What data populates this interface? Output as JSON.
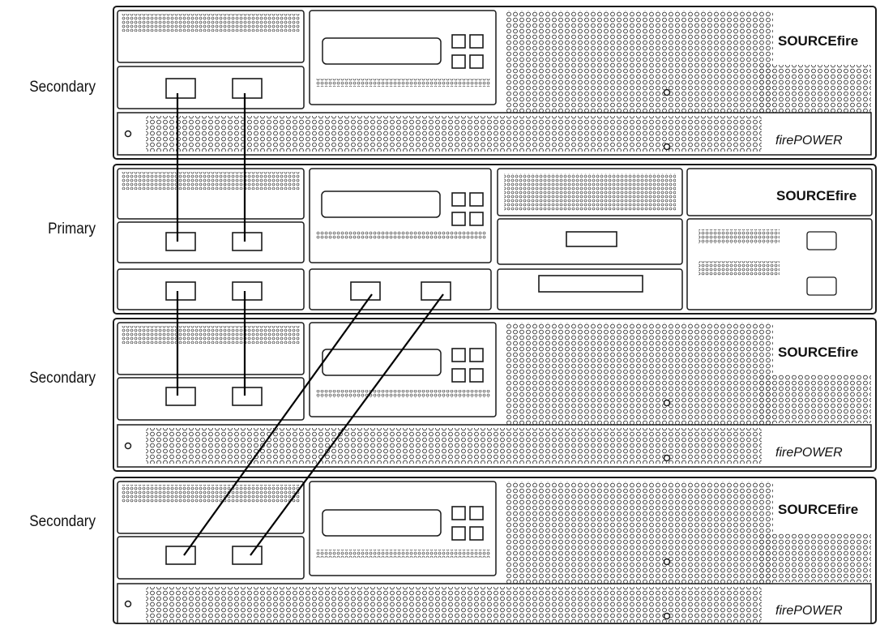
{
  "labels": {
    "unit1": "Secondary",
    "unit2": "Primary",
    "unit3": "Secondary",
    "unit4": "Secondary"
  },
  "branding": {
    "sourcefire": "SOURCEfire",
    "firepower": "firePOWER"
  },
  "colors": {
    "outline": "#1a1a1a",
    "panel": "#ffffff",
    "cable": "#000000"
  }
}
